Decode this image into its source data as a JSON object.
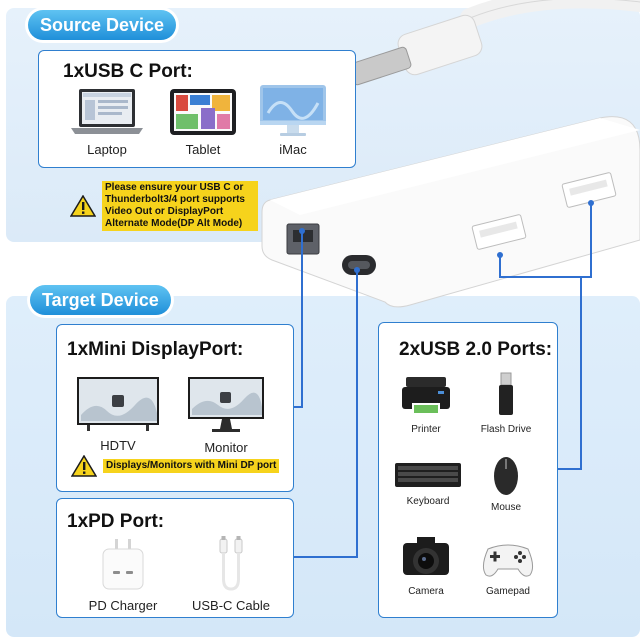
{
  "source": {
    "heading": "Source Device",
    "card_title": "1xUSB C Port:",
    "devices": [
      {
        "label": "Laptop",
        "icon": "laptop-icon"
      },
      {
        "label": "Tablet",
        "icon": "tablet-icon"
      },
      {
        "label": "iMac",
        "icon": "imac-icon"
      }
    ],
    "warning": "Please ensure your USB C or Thunderbolt3/4 port supports Video Out or DisplayPort Alternate Mode(DP Alt Mode)"
  },
  "target": {
    "heading": "Target Device",
    "mini_dp": {
      "title": "1xMini DisplayPort:",
      "devices": [
        {
          "label": "HDTV",
          "icon": "hdtv-icon"
        },
        {
          "label": "Monitor",
          "icon": "monitor-icon"
        }
      ],
      "warning": "Displays/Monitors with Mini DP port"
    },
    "pd": {
      "title": "1xPD Port:",
      "devices": [
        {
          "label": "PD Charger",
          "icon": "charger-icon"
        },
        {
          "label": "USB-C Cable",
          "icon": "usb-c-cable-icon"
        }
      ]
    },
    "usb2": {
      "title": "2xUSB 2.0 Ports:",
      "devices": [
        {
          "label": "Printer",
          "icon": "printer-icon"
        },
        {
          "label": "Flash Drive",
          "icon": "flash-drive-icon"
        },
        {
          "label": "Keyboard",
          "icon": "keyboard-icon"
        },
        {
          "label": "Mouse",
          "icon": "mouse-icon"
        },
        {
          "label": "Camera",
          "icon": "camera-icon"
        },
        {
          "label": "Gamepad",
          "icon": "gamepad-icon"
        }
      ]
    }
  },
  "colors": {
    "accent": "#2f7fcf",
    "warning": "#f6d31c",
    "wire": "#2f6fd0"
  }
}
